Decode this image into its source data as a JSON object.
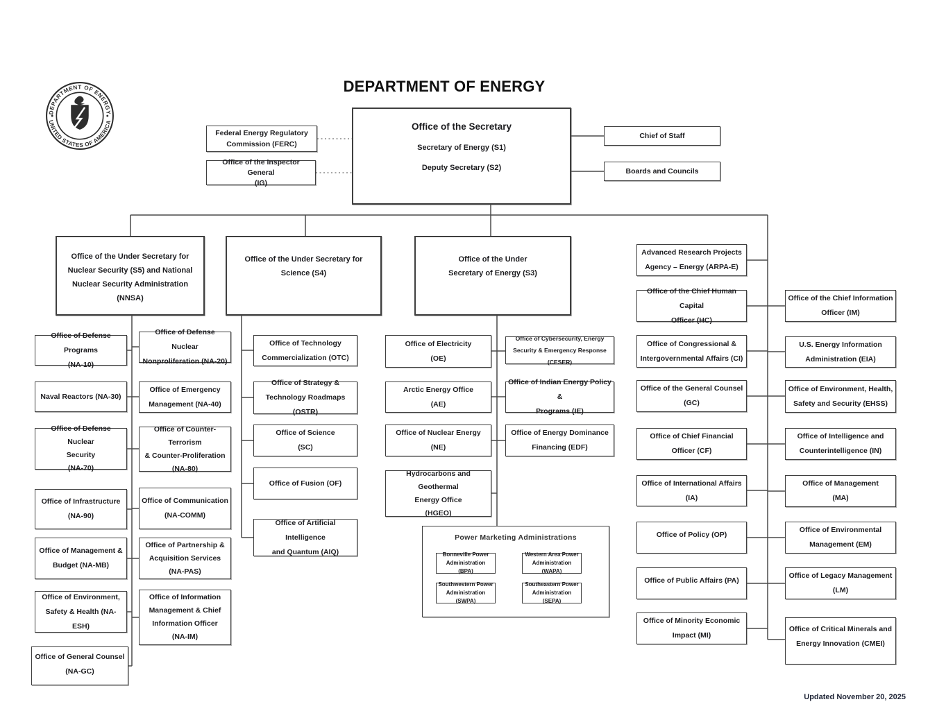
{
  "title": "DEPARTMENT OF ENERGY",
  "seal": {
    "top": "DEPARTMENT OF ENERGY",
    "bottom": "UNITED STATES OF AMERICA"
  },
  "secretary": {
    "title": "Office of the Secretary",
    "sub1": "Secretary of Energy (S1)",
    "sub2": "Deputy Secretary (S2)"
  },
  "staff_left": {
    "ferc": "Federal Energy Regulatory\nCommission (FERC)",
    "ig": "Office of the Inspector General\n(IG)"
  },
  "staff_right": {
    "chief_of_staff": "Chief of Staff",
    "boards": "Boards and Councils"
  },
  "branches": {
    "nnsa": "Office of the Under Secretary for\nNuclear Security (S5) and National\nNuclear Security Administration\n(NNSA)",
    "science": "Office of the Under Secretary for\nScience (S4)",
    "energy": "Office of the Under\nSecretary of Energy (S3)"
  },
  "nnsa_left": [
    "Office of Defense Programs\n(NA-10)",
    "Naval Reactors (NA-30)",
    "Office of Defense Nuclear\nSecurity\n(NA-70)",
    "Office of Infrastructure\n(NA-90)",
    "Office of Management &\nBudget (NA-MB)",
    "Office of Environment,\nSafety & Health (NA-ESH)",
    "Office of General Counsel\n(NA-GC)"
  ],
  "nnsa_right": [
    "Office of Defense Nuclear\nNonproliferation (NA-20)",
    "Office of Emergency\nManagement (NA-40)",
    "Office of Counter-Terrorism\n& Counter-Proliferation\n(NA-80)",
    "Office of Communication\n(NA-COMM)",
    "Office of Partnership &\nAcquisition Services\n(NA-PAS)",
    "Office of Information\nManagement & Chief\nInformation Officer\n(NA-IM)"
  ],
  "science_col": [
    "Office of Technology\nCommercialization (OTC)",
    "Office of Strategy &\nTechnology Roadmaps (OSTR)",
    "Office of Science\n(SC)",
    "Office of Fusion (OF)",
    "Office of Artificial Intelligence\nand Quantum (AIQ)"
  ],
  "energy_left": [
    "Office of Electricity\n(OE)",
    "Arctic Energy Office\n(AE)",
    "Office of Nuclear Energy\n(NE)",
    "Hydrocarbons and Geothermal\nEnergy Office\n(HGEO)"
  ],
  "energy_right": [
    "Office of Cybersecurity, Energy\nSecurity & Emergency Response (CESER)",
    "Office of Indian Energy Policy &\nPrograms (IE)",
    "Office of Energy Dominance\nFinancing (EDF)"
  ],
  "pma": {
    "title": "Power Marketing Administrations",
    "items": [
      "Bonneville Power\nAdministration (BPA)",
      "Western Area Power\nAdministration (WAPA)",
      "Southwestern Power\nAdministration (SWPA)",
      "Southeastern Power\nAdministration (SEPA)"
    ]
  },
  "right_col1": [
    "Advanced Research Projects\nAgency – Energy (ARPA-E)",
    "Office of the Chief Human Capital\nOfficer (HC)",
    "Office of Congressional &\nIntergovernmental Affairs (CI)",
    "Office of the General Counsel\n(GC)",
    "Office of Chief Financial\nOfficer (CF)",
    "Office of International Affairs\n(IA)",
    "Office of Policy (OP)",
    "Office of Public Affairs (PA)",
    "Office of Minority Economic\nImpact (MI)"
  ],
  "right_col2": [
    "Office of the Chief Information\nOfficer (IM)",
    "U.S. Energy Information\nAdministration (EIA)",
    "Office of Environment, Health,\nSafety and Security (EHSS)",
    "Office of Intelligence and\nCounterintelligence (IN)",
    "Office of Management\n(MA)",
    "Office of Environmental\nManagement (EM)",
    "Office of Legacy Management\n(LM)",
    "Office of Critical Minerals and\nEnergy Innovation (CMEI)"
  ],
  "footer": "Updated November 20, 2025",
  "colors": {
    "line": "#4a4a4a",
    "border": "#3f3f3f",
    "text": "#1d1d20",
    "footer_text": "#1f2537"
  }
}
